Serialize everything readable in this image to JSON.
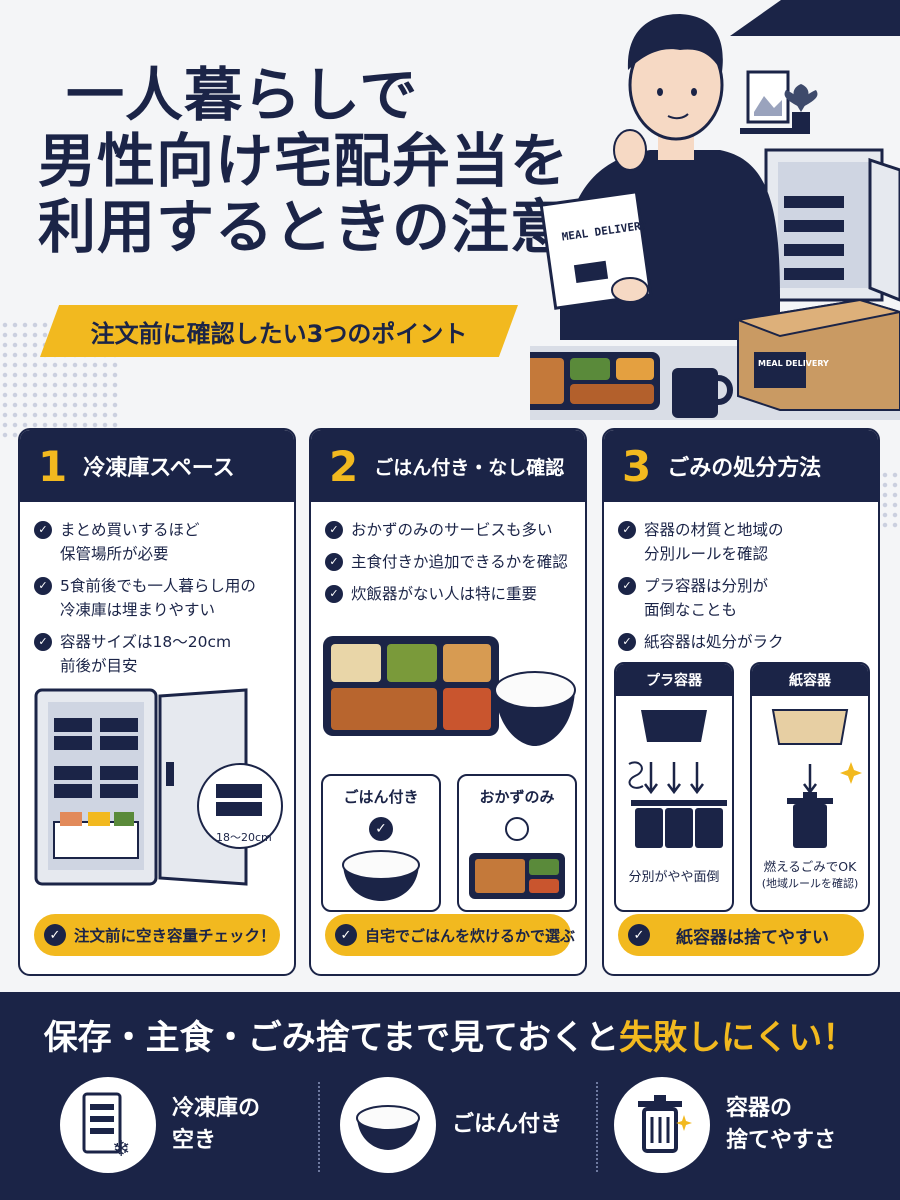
{
  "title": {
    "line1": "一人暮らしで",
    "line2": "男性向け宅配弁当を",
    "line3": "利用するときの注意点"
  },
  "subtitle": "注文前に確認したい3つのポイント",
  "hero": {
    "booklet_label": "MEAL DELIVERY",
    "box_label": "MEAL DELIVERY"
  },
  "cards": [
    {
      "number": "1",
      "title": "冷凍庫スペース",
      "checks": [
        "まとめ買いするほど\n保管場所が必要",
        "5食前後でも一人暮らし用の\n冷凍庫は埋まりやすい",
        "容器サイズは18〜20cm\n前後が目安"
      ],
      "size_label": "18〜20cm",
      "pill": "注文前に空き容量チェック！"
    },
    {
      "number": "2",
      "title": "ごはん付き・なし確認",
      "checks": [
        "おかずのみのサービスも多い",
        "主食付きか追加できるかを確認",
        "炊飯器がない人は特に重要"
      ],
      "option_a": "ごはん付き",
      "option_b": "おかずのみ",
      "pill": "自宅でごはんを炊けるかで選ぶ"
    },
    {
      "number": "3",
      "title": "ごみの処分方法",
      "checks": [
        "容器の材質と地域の\n分別ルールを確認",
        "プラ容器は分別が\n面倒なことも",
        "紙容器は処分がラク"
      ],
      "plastic_label": "プラ容器",
      "plastic_note": "分別がやや面倒",
      "paper_label": "紙容器",
      "paper_note1": "燃えるごみでOK",
      "paper_note2": "(地域ルールを確認)",
      "pill": "紙容器は捨てやすい"
    }
  ],
  "footer": {
    "headline_main": "保存・主食・ごみ捨てまで見ておくと",
    "headline_highlight": "失敗しにくい！",
    "items": [
      {
        "line1": "冷凍庫の",
        "line2": "空き"
      },
      {
        "line1": "ごはん付き",
        "line2": ""
      },
      {
        "line1": "容器の",
        "line2": "捨てやすさ"
      }
    ]
  },
  "colors": {
    "navy": "#1b2447",
    "yellow": "#f2b91f"
  }
}
